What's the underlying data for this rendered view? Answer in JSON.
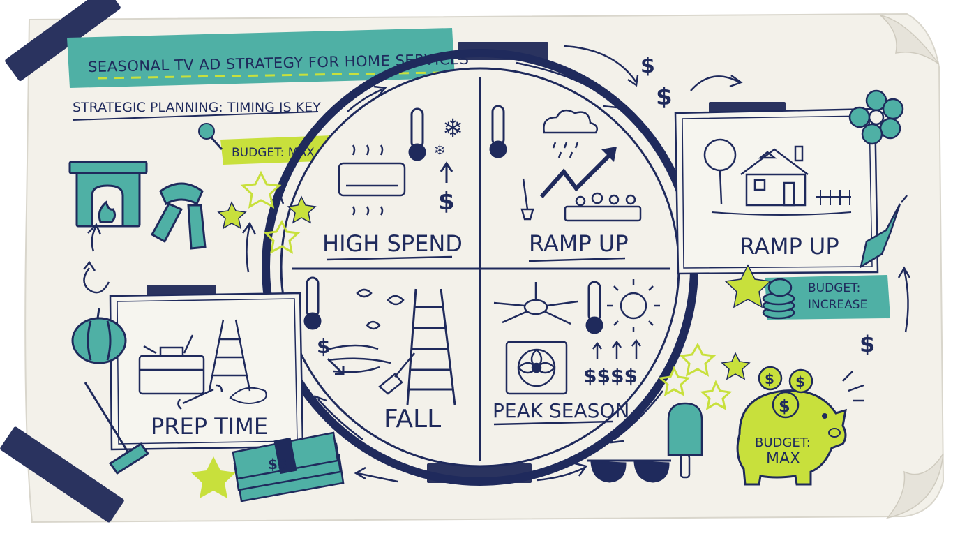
{
  "title": "SEASONAL TV AD STRATEGY FOR HOME SERVICES",
  "subtitle": "STRATEGIC PLANNING: TIMING IS KEY",
  "tags": {
    "budget_max_top": "BUDGET: MAX",
    "budget_increase_line1": "BUDGET:",
    "budget_increase_line2": "INCREASE",
    "piggy_line1": "BUDGET:",
    "piggy_line2": "MAX"
  },
  "quadrants": {
    "winter": "HIGH SPEND",
    "spring": "RAMP UP",
    "fall": "FALL",
    "summer": "PEAK SEASON"
  },
  "cards": {
    "right": "RAMP UP",
    "left": "PREP TIME"
  },
  "symbols": {
    "dollar": "$",
    "dollar_double": "$$",
    "dollar_many": "$$$$"
  },
  "colors": {
    "navy": "#1f2a5c",
    "teal": "#4fb0a5",
    "lime": "#c8e03c",
    "paper": "#f3f1ea"
  }
}
